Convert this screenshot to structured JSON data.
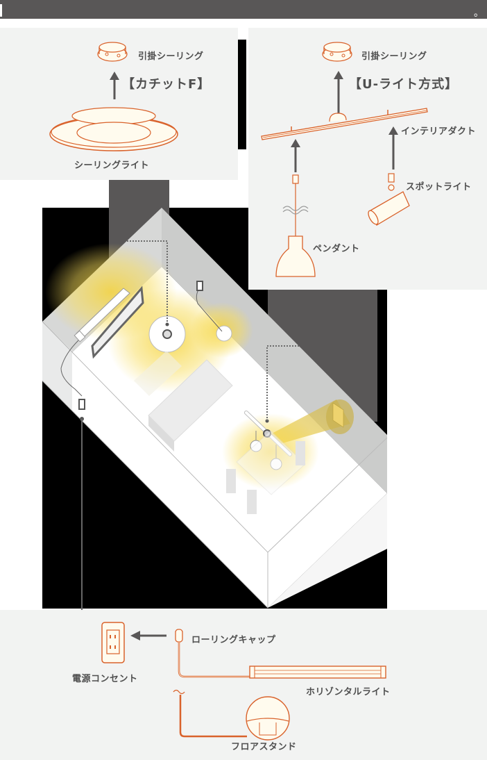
{
  "title_bar": {
    "left_fragment": "",
    "right_fragment": "。"
  },
  "colors": {
    "title_bg": "#595757",
    "panel_bg": "#f2f3f2",
    "backdrop_black": "#000000",
    "connector_grey": "#595757",
    "fixture_stroke": "#d9622b",
    "fixture_fill": "#fffbee",
    "light_yellow": "#f7d84a",
    "wall_grey": "#cbcccb",
    "text": "#4f4f4f"
  },
  "panel_ceiling": {
    "ceiling_rose_label": "引掛シーリング",
    "method_label": "【カチットF】",
    "fixture_label": "シーリングライト"
  },
  "panel_duct": {
    "ceiling_rose_label": "引掛シーリング",
    "method_label": "【U-ライト方式】",
    "duct_label": "インテリアダクト",
    "spot_label": "スポットライト",
    "pendant_label": "ペンダント"
  },
  "panel_outlet": {
    "outlet_label": "電源コンセント",
    "cap_label": "ローリングキャップ",
    "horizontal_label": "ホリゾンタルライト",
    "floor_label": "フロアスタンド"
  },
  "room": {
    "fixtures": [
      "horizontal-light",
      "ceiling-light",
      "floor-stand",
      "pendant-duct",
      "spotlight",
      "outlet-left",
      "outlet-right"
    ]
  }
}
